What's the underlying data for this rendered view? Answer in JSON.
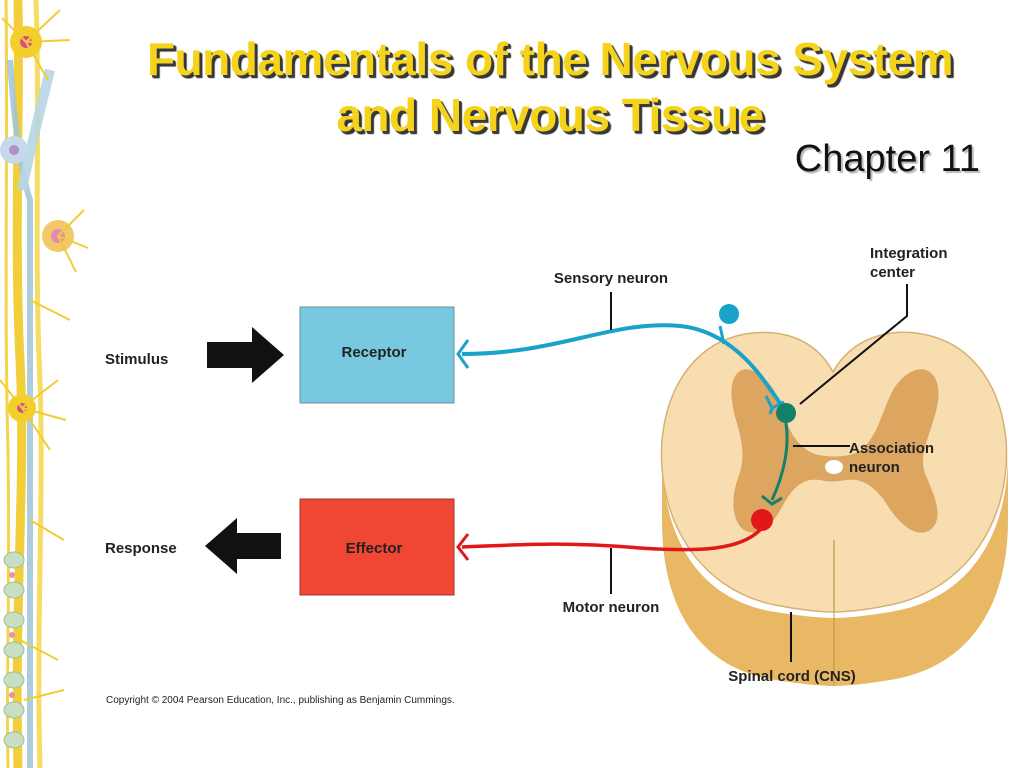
{
  "slide": {
    "title_line1": "Fundamentals of the Nervous System",
    "title_line2": "and Nervous Tissue",
    "chapter": "Chapter 11"
  },
  "diagram": {
    "stimulus_label": "Stimulus",
    "response_label": "Response",
    "receptor_label": "Receptor",
    "effector_label": "Effector",
    "sensory_neuron_label": "Sensory neuron",
    "motor_neuron_label": "Motor neuron",
    "integration_center_label": [
      "Integration",
      "center"
    ],
    "association_neuron_label": [
      "Association",
      "neuron"
    ],
    "spinal_cord_label": "Spinal cord (CNS)"
  },
  "copyright": "Copyright © 2004 Pearson Education, Inc., publishing as Benjamin Cummings.",
  "colors": {
    "title": "#f5d31a",
    "receptor_box": "#78c8e0",
    "effector_box": "#f04634",
    "sensory_neuron": "#1aa3c9",
    "motor_neuron": "#e01818",
    "association_neuron": "#15806a",
    "spinal_cord": "#f7ddb0",
    "gray_matter": "#dca560",
    "border_neurons": "#f6d23a"
  },
  "decorations": {
    "left_border": "neuron-illustration"
  }
}
